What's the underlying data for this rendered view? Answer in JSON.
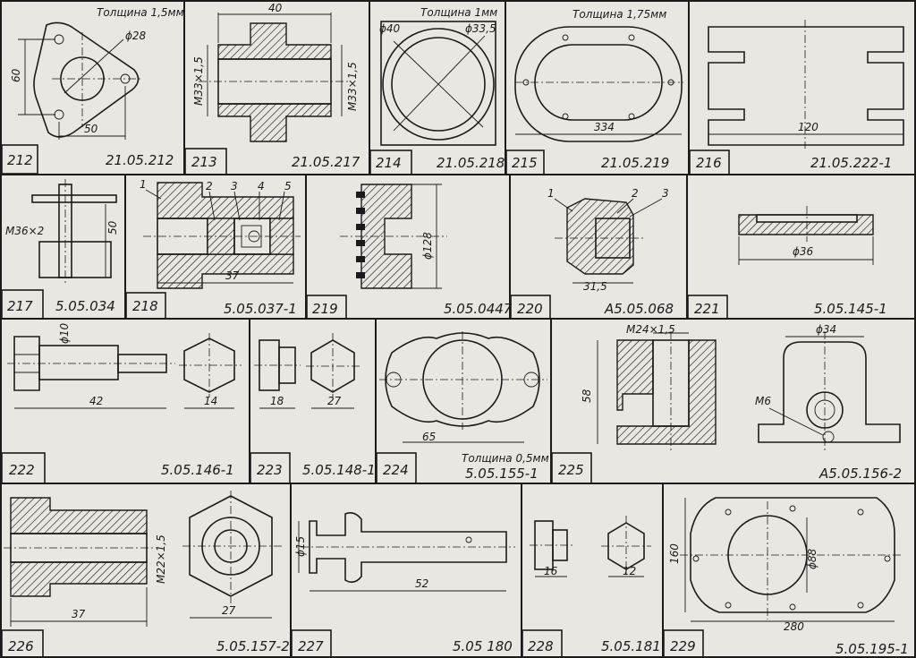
{
  "cells": [
    {
      "id": "212",
      "number": "212",
      "code": "21.05.212",
      "labels": {
        "note": "Толщина 1,5мм",
        "dia": "ϕ28",
        "h": "60",
        "w": "50"
      }
    },
    {
      "id": "213",
      "number": "213",
      "code": "21.05.217",
      "labels": {
        "len": "40",
        "thread_left": "M33×1,5",
        "thread_right": "M33×1,5"
      }
    },
    {
      "id": "214",
      "number": "214",
      "code": "21.05.218",
      "labels": {
        "note": "Толщина 1мм",
        "outer": "ϕ40",
        "inner": "ϕ33,5"
      }
    },
    {
      "id": "215",
      "number": "215",
      "code": "21.05.219",
      "labels": {
        "note": "Толщина 1,75мм",
        "len": "334"
      }
    },
    {
      "id": "216",
      "number": "216",
      "code": "21.05.222-1",
      "labels": {
        "len": "120"
      }
    },
    {
      "id": "217",
      "number": "217",
      "code": "5.05.034",
      "labels": {
        "thread": "M36×2",
        "h": "50"
      }
    },
    {
      "id": "218",
      "number": "218",
      "code": "5.05.037-1",
      "labels": {
        "p1": "1",
        "p2": "2",
        "p3": "3",
        "p4": "4",
        "p5": "5",
        "len": "37"
      }
    },
    {
      "id": "219",
      "number": "219",
      "code": "5.05.0447",
      "labels": {
        "dia": "ϕ128"
      }
    },
    {
      "id": "220",
      "number": "220",
      "code": "A5.05.068",
      "labels": {
        "p1": "1",
        "p2": "2",
        "p3": "3",
        "len": "31,5"
      }
    },
    {
      "id": "221",
      "number": "221",
      "code": "5.05.145-1",
      "labels": {
        "dia": "ϕ36"
      }
    },
    {
      "id": "222",
      "number": "222",
      "code": "5.05.146-1",
      "labels": {
        "dia": "ϕ10",
        "len": "42",
        "hex": "14"
      }
    },
    {
      "id": "223",
      "number": "223",
      "code": "5.05.148-1",
      "labels": {
        "len": "18",
        "hex": "27"
      }
    },
    {
      "id": "224",
      "number": "224",
      "code": "5.05.155-1",
      "labels": {
        "note": "Толщина 0,5мм",
        "len": "65"
      }
    },
    {
      "id": "225",
      "number": "225",
      "code": "A5.05.156-2",
      "labels": {
        "thread": "M24×1,5",
        "dia": "ϕ34",
        "h": "58",
        "m": "M6"
      }
    },
    {
      "id": "226",
      "number": "226",
      "code": "5.05.157-2",
      "labels": {
        "thread": "M22×1,5",
        "len": "37",
        "hex": "27"
      }
    },
    {
      "id": "227",
      "number": "227",
      "code": "5.05 180",
      "labels": {
        "dia": "ϕ15",
        "len": "52"
      }
    },
    {
      "id": "228",
      "number": "228",
      "code": "5.05.181",
      "labels": {
        "len": "16",
        "hex": "12"
      }
    },
    {
      "id": "229",
      "number": "229",
      "code": "5.05.195-1",
      "labels": {
        "h": "160",
        "dia": "ϕ88",
        "len": "280"
      }
    }
  ]
}
